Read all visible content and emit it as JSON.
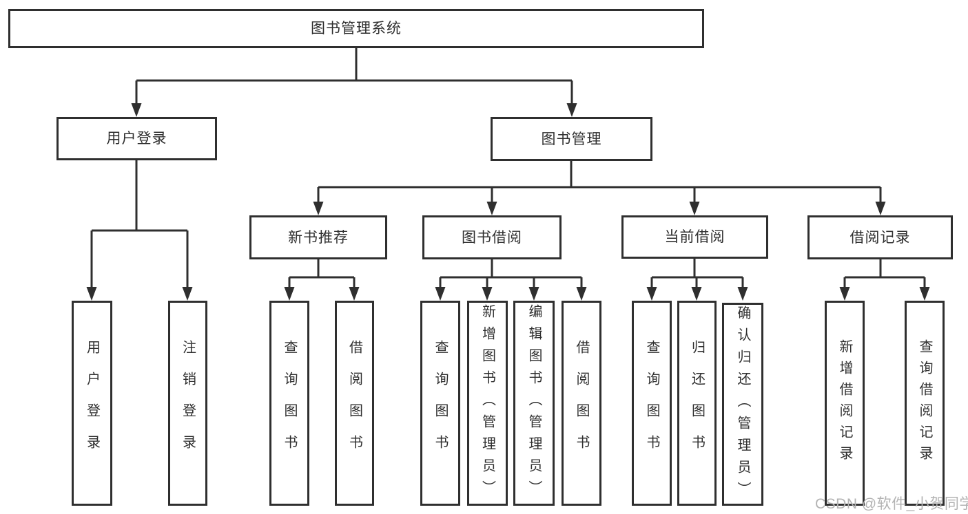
{
  "colors": {
    "line": "#2f2f2f",
    "text": "#2f2f2f",
    "background": "#ffffff",
    "watermark": "#b3b3b3"
  },
  "tree": {
    "root": "图书管理系统",
    "branches": [
      {
        "label": "用户登录",
        "children": [
          {
            "label": "用户登录"
          },
          {
            "label": "注销登录"
          }
        ]
      },
      {
        "label": "图书管理",
        "groups": [
          {
            "label": "新书推荐",
            "children": [
              {
                "label": "查询图书"
              },
              {
                "label": "借阅图书"
              }
            ]
          },
          {
            "label": "图书借阅",
            "children": [
              {
                "label": "查询图书"
              },
              {
                "label": "新增图书（管理员）"
              },
              {
                "label": "编辑图书（管理员）"
              },
              {
                "label": "借阅图书"
              }
            ]
          },
          {
            "label": "当前借阅",
            "children": [
              {
                "label": "查询图书"
              },
              {
                "label": "归还图书"
              },
              {
                "label": "确认归还（管理员）"
              }
            ]
          },
          {
            "label": "借阅记录",
            "children": [
              {
                "label": "新增借阅记录"
              },
              {
                "label": "查询借阅记录"
              }
            ]
          }
        ]
      }
    ]
  },
  "watermark": "CSDN @软件_小贺同学"
}
